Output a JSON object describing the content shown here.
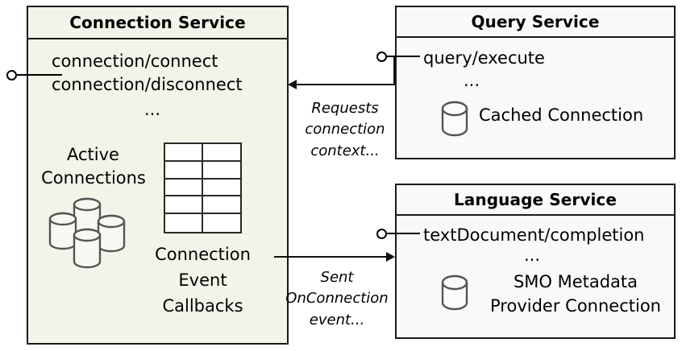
{
  "diagram": {
    "title_hidden": "",
    "colors": {
      "connection_service_fill": "#f2f4e9",
      "service_fill": "#f8f9fb",
      "stroke": "#1a1a1a",
      "glyph_stroke": "#555555",
      "background": "#ffffff"
    }
  },
  "connection_service": {
    "title": "Connection Service",
    "operations": [
      "connection/connect",
      "connection/disconnect",
      "..."
    ],
    "active_connections_label_line1": "Active",
    "active_connections_label_line2": "Connections",
    "callbacks_label_line1": "Connection",
    "callbacks_label_line2": "Event",
    "callbacks_label_line3": "Callbacks",
    "interface_icon": "lollipop-provided-interface",
    "pool_icon": "database-cluster-icon",
    "table_icon": "callback-table-icon",
    "table_rows": 5,
    "table_cols": 2
  },
  "query_service": {
    "title": "Query Service",
    "operations": [
      "query/execute",
      "..."
    ],
    "resource_label": "Cached Connection",
    "resource_icon": "database-cylinder-icon",
    "interface_icon": "lollipop-provided-interface"
  },
  "language_service": {
    "title": "Language Service",
    "operations": [
      "textDocument/completion",
      "..."
    ],
    "resource_label_line1": "SMO Metadata",
    "resource_label_line2": "Provider Connection",
    "resource_icon": "database-cylinder-icon",
    "interface_icon": "lollipop-provided-interface"
  },
  "connectors": [
    {
      "name": "query-to-connection",
      "from": "Query Service",
      "to": "Connection Service",
      "label_line1": "Requests",
      "label_line2": "connection",
      "label_line3": "context...",
      "direction": "left"
    },
    {
      "name": "connection-to-language",
      "from": "Connection Service",
      "to": "Language Service",
      "label_line1": "Sent",
      "label_line2": "OnConnection",
      "label_line3": "event...",
      "direction": "right"
    }
  ]
}
